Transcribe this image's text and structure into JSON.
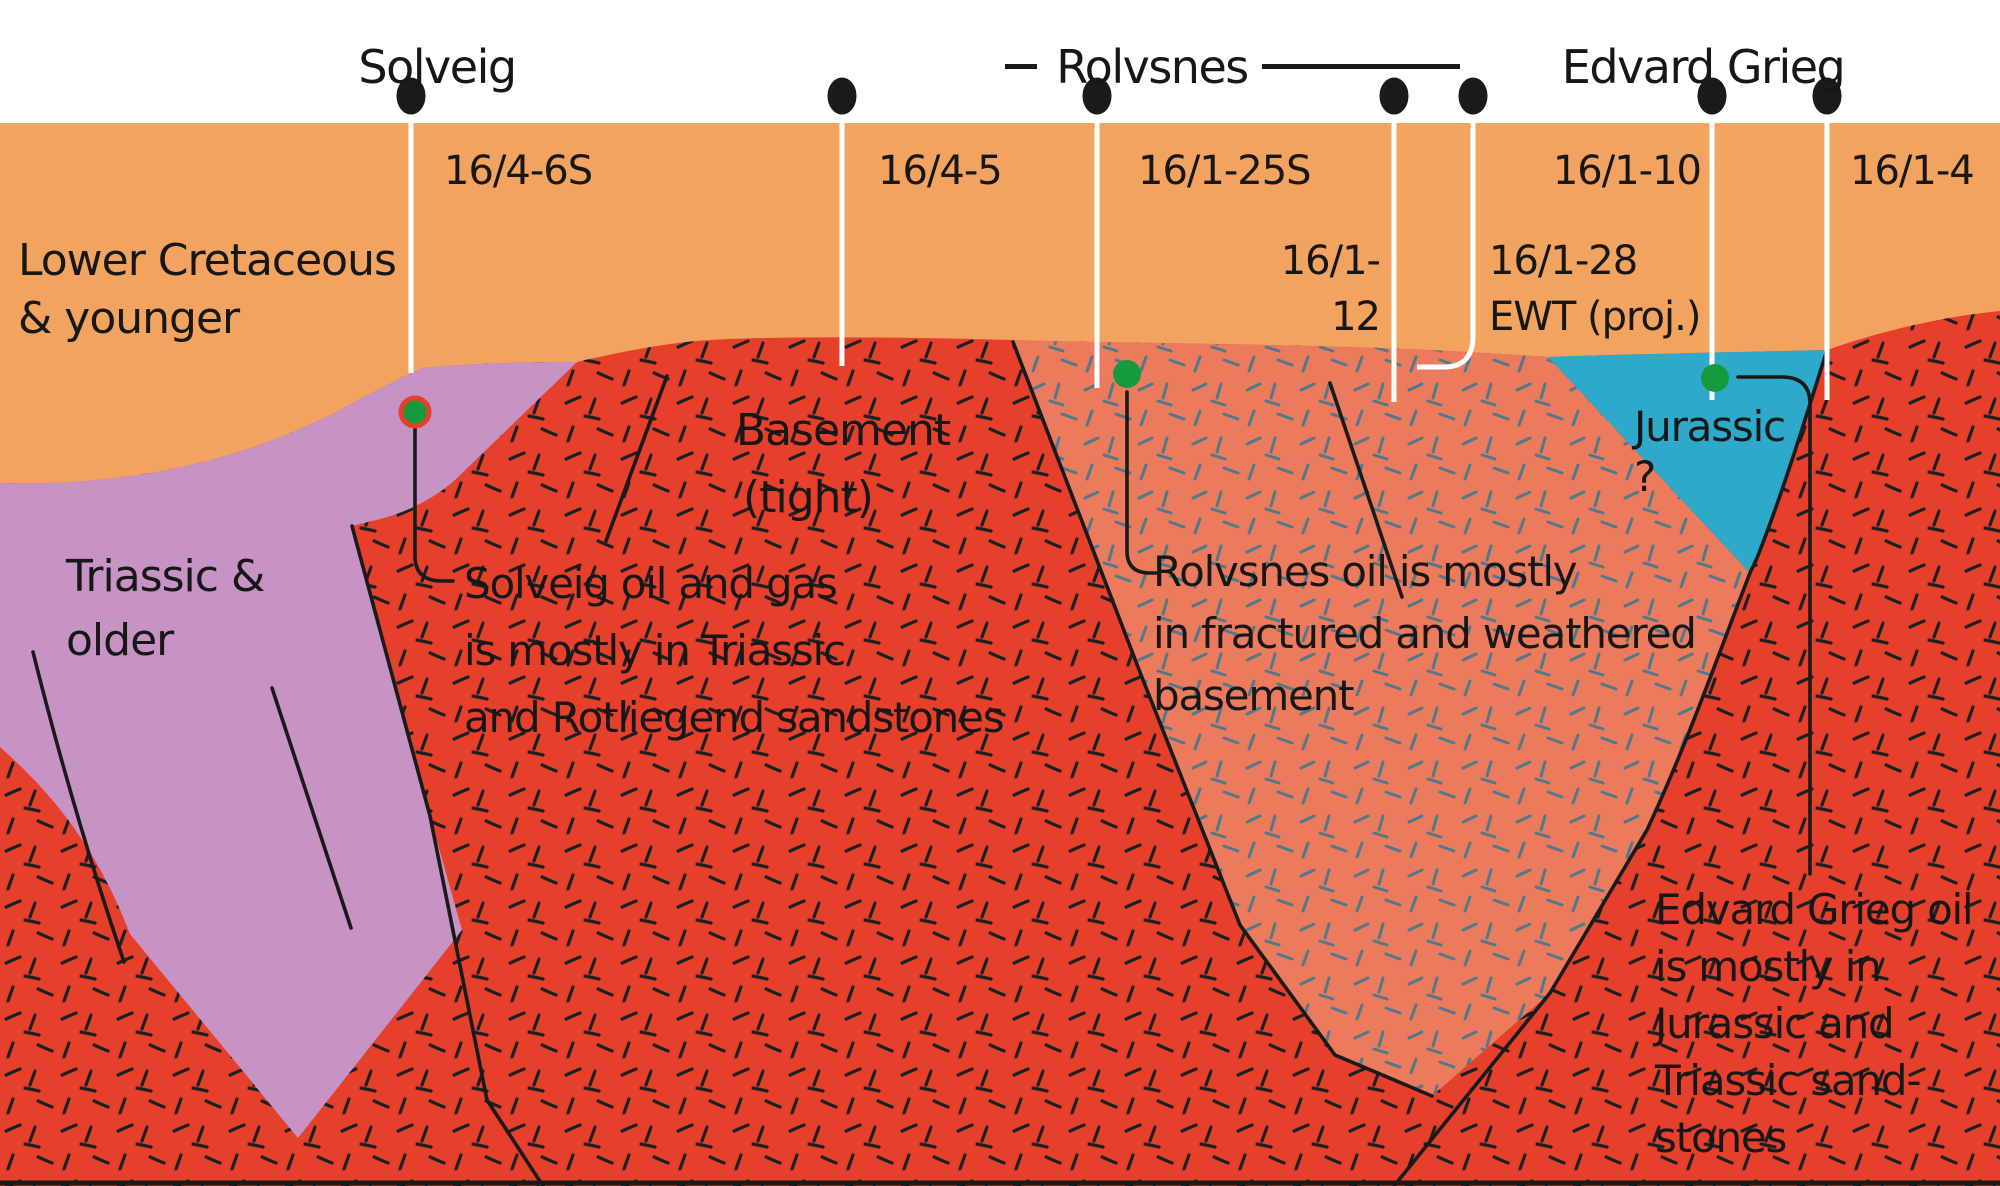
{
  "colors": {
    "background": "#ffffff",
    "cretaceous_orange": "#f2a35f",
    "triassic_purple": "#c792c4",
    "basement_red": "#e6402d",
    "weathered_salmon": "#ec7a5c",
    "jurassic_blue": "#2fa9c9",
    "oil_green": "#169a3e",
    "ink_black": "#1a1a1a",
    "well_white": "#ffffff",
    "hatch_dark": "#1f1f1f",
    "hatch_slate": "#52788c"
  },
  "fields": {
    "solveig": "Solveig",
    "rolvsnes": "Rolvsnes",
    "edvard_grieg": "Edvard Grieg"
  },
  "wells": {
    "w1": "16/4-6S",
    "w2": "16/4-5",
    "w3": "16/1-25S",
    "w4": "16/1-12",
    "w5_line1": "16/1-28",
    "w5_line2": "EWT (proj.)",
    "w6": "16/1-10",
    "w7": "16/1-4"
  },
  "strata": {
    "lower_cretaceous": "Lower Cretaceous\n& younger",
    "triassic_older": "Triassic &\nolder",
    "basement_line1": "Basement",
    "basement_line2": "(tight)",
    "jurassic": "Jurassic\n?"
  },
  "annotations": {
    "solveig_note": "Solveig oil and gas\nis mostly in Triassic\nand Rotliegend sandstones",
    "rolvsnes_note": "Rolvsnes oil is mostly\nin fractured and weathered\nbasement",
    "edvard_grieg_note": "Edvard Grieg oil\nis mostly in\nJurassic and\nTriassic sand-\nstones"
  }
}
